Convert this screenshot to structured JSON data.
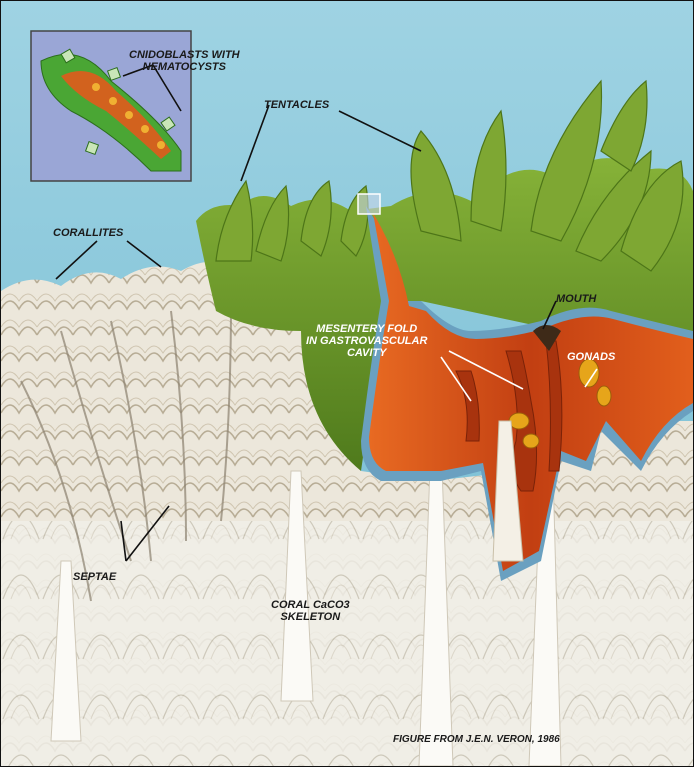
{
  "figure": {
    "labels": {
      "cnidoblasts": [
        "CNIDOBLASTS WITH",
        "NEMATOCYSTS"
      ],
      "tentacles": "TENTACLES",
      "corallites": "CORALLITES",
      "mouth": "MOUTH",
      "mesentery": [
        "MESENTERY FOLD",
        "IN GASTROVASCULAR",
        "CAVITY"
      ],
      "gonads": "GONADS",
      "septae": "SEPTAE",
      "skeleton": [
        "CORAL CaCO3",
        "SKELETON"
      ],
      "credit": "FIGURE FROM J.E.N. VERON, 1986"
    },
    "colors": {
      "sky": "#7fc3d7",
      "skeleton": "#e9e3d6",
      "tissue_green": "#6f9a2a",
      "cavity_orange": "#d2521a",
      "inset_bg": "#9aa6d6"
    }
  }
}
